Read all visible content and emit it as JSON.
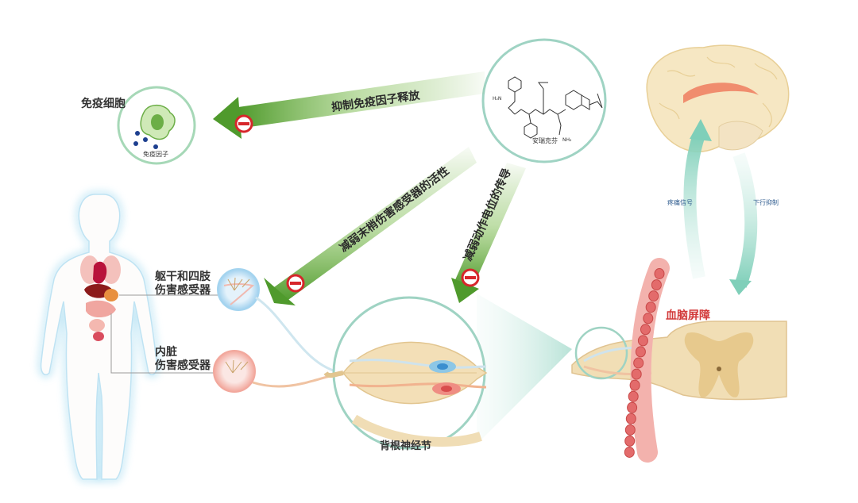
{
  "immune_cell": {
    "title": "免疫细胞",
    "factor_label": "免疫因子"
  },
  "drug": {
    "name": "安瑞克芬",
    "nh2_left": "H₂N",
    "nh2_bottom": "NH₂"
  },
  "arrows": {
    "inhibit_immune": "抑制免疫因子释放",
    "reduce_receptor": "减弱末梢伤害感受器的活性",
    "reduce_action_potential": "减弱动作电位的传导"
  },
  "receptors": {
    "trunk": [
      "躯干和四肢",
      "伤害感受器"
    ],
    "visceral": [
      "内脏",
      "伤害感受器"
    ]
  },
  "ganglion_label": "背根神经节",
  "bbb_label": "血脑屏障",
  "brain_signals": {
    "pain_signal": "疼痛信号",
    "descending_inhibition": "下行抑制"
  },
  "colors": {
    "arrow_green": "#6fb23f",
    "inhibit_red": "#d7262b",
    "bbb_red": "#d23a3a",
    "label_blue": "#2f5c8f",
    "teal": "#6cc4ad",
    "nerve_tan": "#efd9ae"
  },
  "icons": [
    "inhibit-symbol-icon",
    "immune-cell-icon",
    "human-body-icon",
    "brain-icon",
    "spinal-cord-icon"
  ]
}
